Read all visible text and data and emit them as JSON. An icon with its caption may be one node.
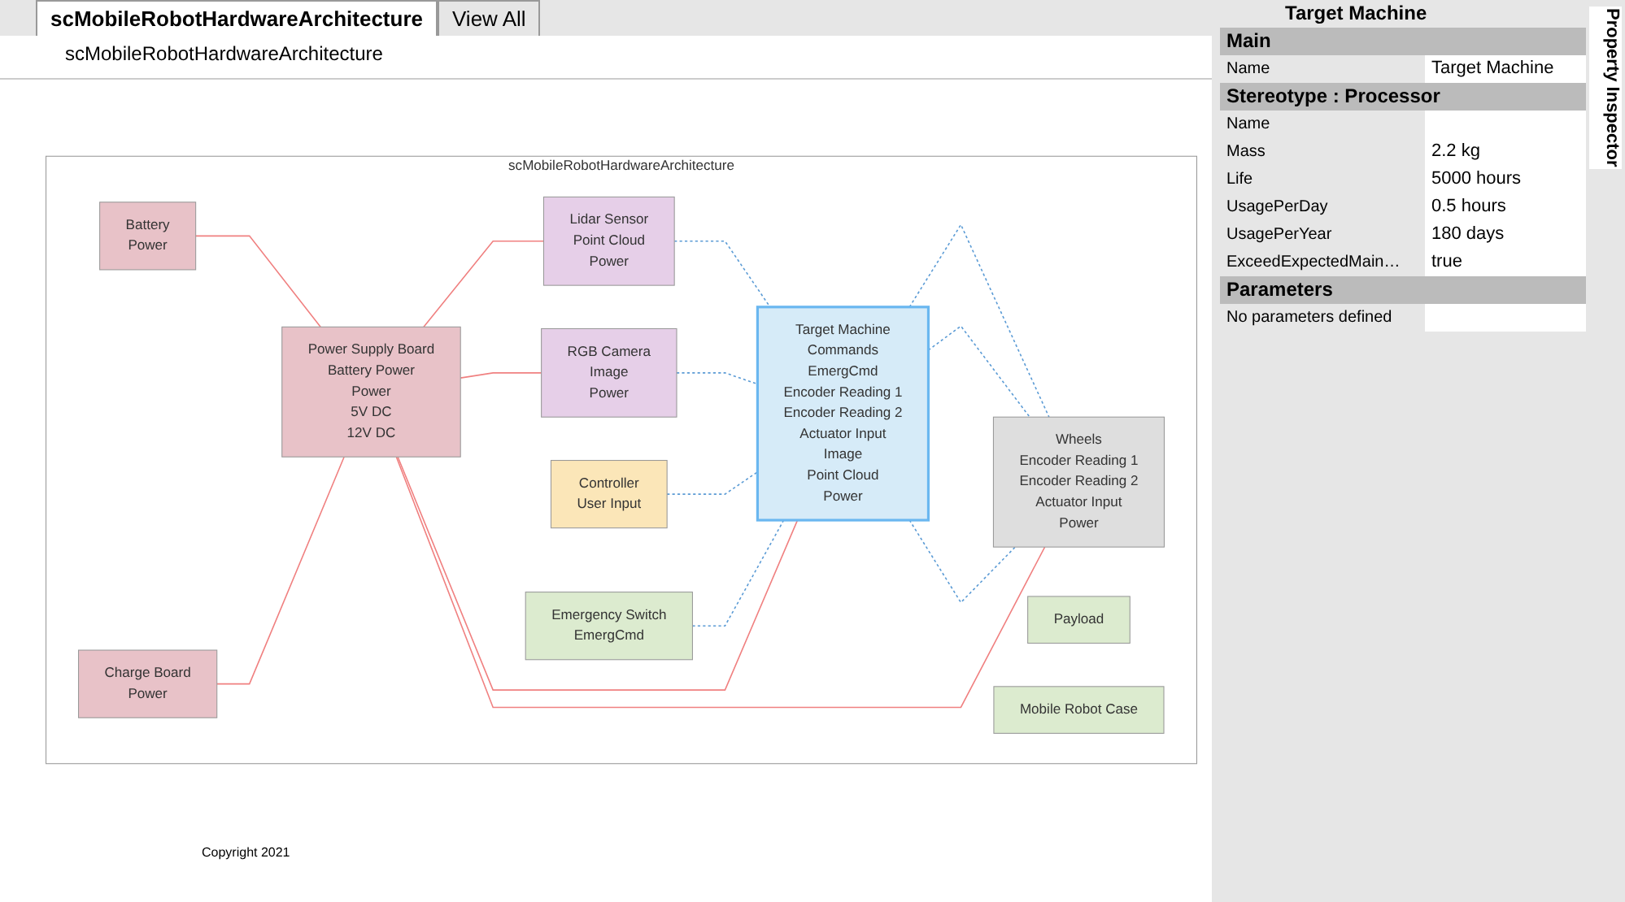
{
  "diagram": {
    "title": "scMobileRobotHardwareArchitecture",
    "nodes": [
      {
        "text": [
          "scMobileRobotHardwareArchitecture"
        ]
      },
      {
        "text": [
          "Lidar Sensor",
          "Point Cloud",
          "Power"
        ],
        "in": 0
      },
      {
        "text": [
          "RGB Camera",
          "Image",
          "Power"
        ],
        "in": 0
      },
      {
        "text": [
          "Payload"
        ],
        "in": 0
      },
      {
        "text": [
          "Mobile Robot Case"
        ],
        "in": 0
      },
      {
        "text": [
          "Controller",
          "User Input"
        ],
        "in": 0
      },
      {
        "text": [
          "Emergency Switch",
          "EmergCmd"
        ],
        "in": 0
      },
      {
        "text": [
          "Target Machine",
          "Commands",
          "EmergCmd",
          "Encoder Reading 1",
          "Encoder Reading 2",
          "Actuator Input",
          "Image",
          "Point Cloud",
          "Power"
        ],
        "in": 0
      },
      {
        "text": [
          "Wheels",
          "Encoder Reading 1",
          "Encoder Reading 2",
          "Actuator Input",
          "Power"
        ],
        "in": 0
      },
      {
        "text": [
          "Battery",
          "Power"
        ],
        "in": 0
      },
      {
        "text": [
          "Power Supply Board",
          "Battery Power",
          "Power",
          "5V DC",
          "12V DC"
        ],
        "in": 0
      },
      {
        "text": [
          "Charge Board",
          "Power"
        ],
        "in": 0
      }
    ],
    "edges": [
      {
        "from": 1,
        "to": 7,
        "arrow": "none",
        "style": "dashed",
        "color": "#5b9bd5"
      },
      {
        "from": 2,
        "to": 7,
        "arrow": "none",
        "style": "dashed",
        "color": "#5b9bd5"
      },
      {
        "from": 5,
        "to": 7,
        "arrow": "none",
        "style": "dashed",
        "color": "#5b9bd5"
      },
      {
        "from": 6,
        "to": 7,
        "arrow": "none",
        "style": "dashed",
        "color": "#5b9bd5"
      },
      {
        "from": 7,
        "to": 8,
        "arrow": "none",
        "style": "dashed",
        "color": "#5b9bd5"
      },
      {
        "from": 7,
        "to": 8,
        "arrow": "none",
        "style": "dashed",
        "color": "#5b9bd5"
      },
      {
        "from": 7,
        "to": 8,
        "arrow": "none",
        "style": "dashed",
        "color": "#5b9bd5"
      },
      {
        "from": 10,
        "to": 1,
        "arrow": "none",
        "color": "#f08080"
      },
      {
        "from": 10,
        "to": 2,
        "arrow": "none",
        "color": "#f08080"
      },
      {
        "from": 10,
        "to": 7,
        "arrow": "none",
        "color": "#f08080"
      },
      {
        "from": 10,
        "to": 8,
        "arrow": "none",
        "color": "#f08080"
      },
      {
        "from": 9,
        "to": 10,
        "arrow": "none",
        "color": "#f08080"
      },
      {
        "from": 11,
        "to": 10,
        "arrow": "none",
        "color": "#f08080"
      }
    ],
    "labels": [
      "View All",
      "scMobileRobotHardwareArchitecture",
      "Copyright 2021",
      "Target Machine",
      "Main",
      "Name",
      "Target Machine",
      "Stereotype : Processor",
      "Name",
      "Mass",
      "2.2 kg",
      "Life",
      "5000 hours",
      "UsagePerDay",
      "0.5 hours",
      "UsagePerYear",
      "180 days",
      "ExceedExpectedMain…",
      "true",
      "Parameters",
      "No parameters defined",
      "Property Inspector"
    ]
  }
}
